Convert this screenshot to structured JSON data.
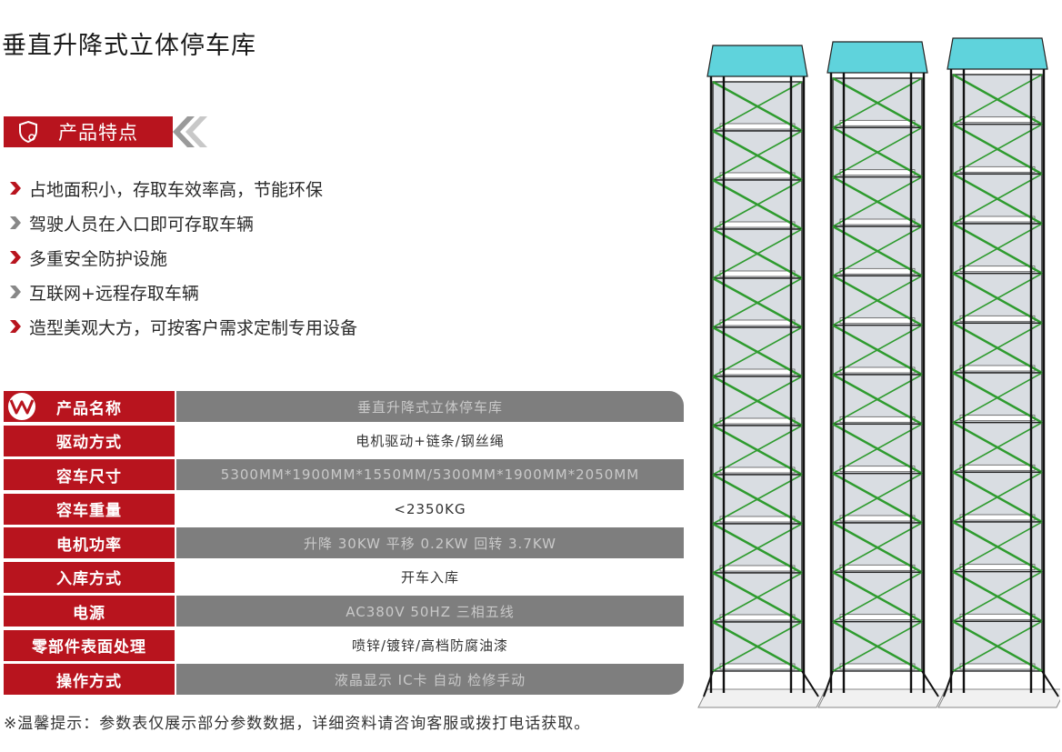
{
  "title": "垂直升降式立体停车库",
  "features_header": {
    "label": "产品特点",
    "icon": "shield-icon"
  },
  "features": [
    "占地面积小，存取车效率高，节能环保",
    "驾驶人员在入口即可存取车辆",
    "多重安全防护设施",
    "互联网+远程存取车辆",
    "造型美观大方，可按客户需求定制专用设备"
  ],
  "specs": [
    {
      "key": "产品名称",
      "value": "垂直升降式立体停车库"
    },
    {
      "key": "驱动方式",
      "value": "电机驱动+链条/钢丝绳"
    },
    {
      "key": "容车尺寸",
      "value": "5300MM*1900MM*1550MM/5300MM*1900MM*2050MM"
    },
    {
      "key": "容车重量",
      "value": "<2350KG"
    },
    {
      "key": "电机功率",
      "value": "升降 30KW 平移 0.2KW 回转 3.7KW"
    },
    {
      "key": "入库方式",
      "value": "开车入库"
    },
    {
      "key": "电源",
      "value": "AC380V 50HZ 三相五线"
    },
    {
      "key": "零部件表面处理",
      "value": "喷锌/镀锌/高档防腐油漆"
    },
    {
      "key": "操作方式",
      "value": "液晶显示 IC卡 自动 检修手动"
    }
  ],
  "footnote": "※温馨提示：参数表仅展示部分参数数据，详细资料请咨询客服或拨打电话获取。",
  "colors": {
    "brand_red": "#b8141e",
    "row_gray": "#7e7e7e",
    "tower_green": "#2e9b2e",
    "roof_cyan": "#5fd3dc"
  }
}
